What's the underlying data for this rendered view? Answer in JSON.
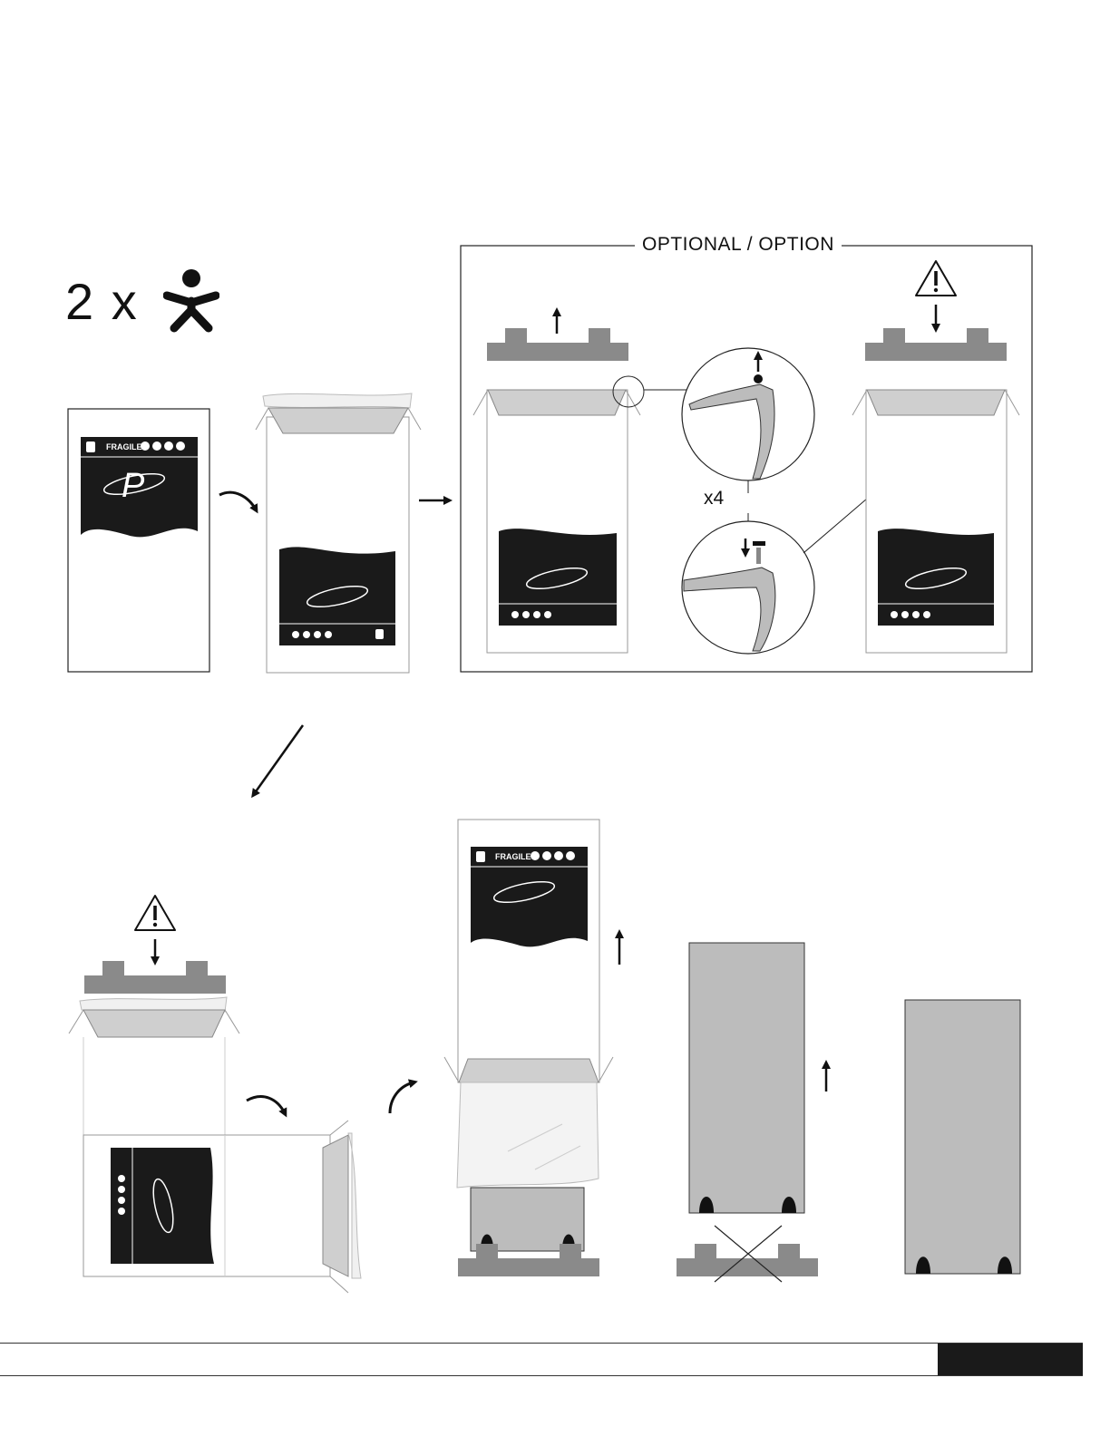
{
  "people": {
    "label": "2 x",
    "icon": "person-icon"
  },
  "optional_section": {
    "title": "OPTIONAL / OPTION"
  },
  "box_label": {
    "fragile": "FRAGILE",
    "logo": "P"
  },
  "detail": {
    "count_label": "x4"
  },
  "icons": {
    "warning": "warning-triangle-icon",
    "arrow": "arrow-icon",
    "curved_arrow": "curved-arrow-icon",
    "cross": "not-allowed-cross-icon"
  },
  "colors": {
    "pallet": "#8a8a8a",
    "cabinet": "#bcbcbc",
    "label_black": "#1a1a1a",
    "cap": "#d4d4d4",
    "footer_tab": "#1a1a1a"
  }
}
